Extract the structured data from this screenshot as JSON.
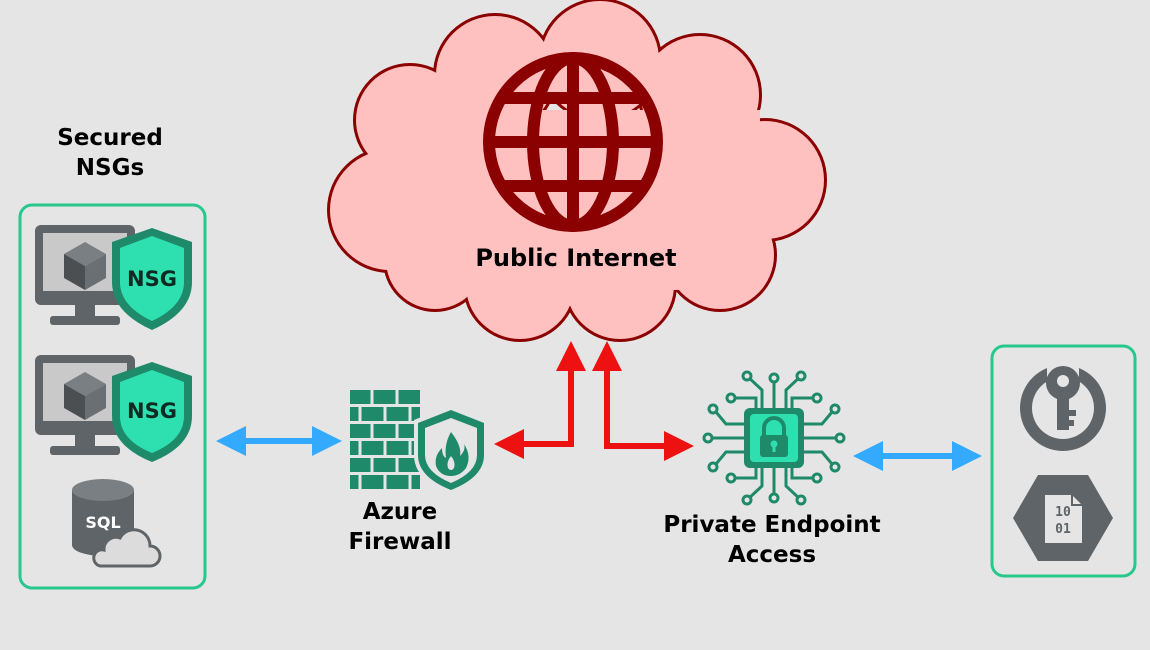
{
  "nodes": {
    "internet": {
      "label": "Public Internet"
    },
    "nsg_group": {
      "title_line1": "Secured",
      "title_line2": "NSGs",
      "badge_1": "NSG",
      "badge_2": "NSG",
      "db_label": "SQL"
    },
    "firewall": {
      "label_line1": "Azure",
      "label_line2": "Firewall"
    },
    "private_endpoint": {
      "label_line1": "Private Endpoint",
      "label_line2": "Access"
    },
    "services": {
      "binary_line1": "10",
      "binary_line2": "01"
    }
  },
  "icons": [
    "globe-icon",
    "monitor-cube-icon",
    "nsg-shield-icon",
    "sql-database-cloud-icon",
    "firewall-brick-flame-icon",
    "chip-lock-icon",
    "key-vault-icon",
    "blob-storage-icon"
  ],
  "colors": {
    "background": "#e5e5e5",
    "cloud_fill": "#ffc0c0",
    "cloud_stroke": "#8b0000",
    "globe": "#8b0000",
    "group_border": "#28c88c",
    "teal_dark": "#1f8a6a",
    "teal_light": "#2ee0b0",
    "arrow_blue": "#33aaff",
    "arrow_red": "#ee1111",
    "icon_gray": "#5f6468"
  }
}
